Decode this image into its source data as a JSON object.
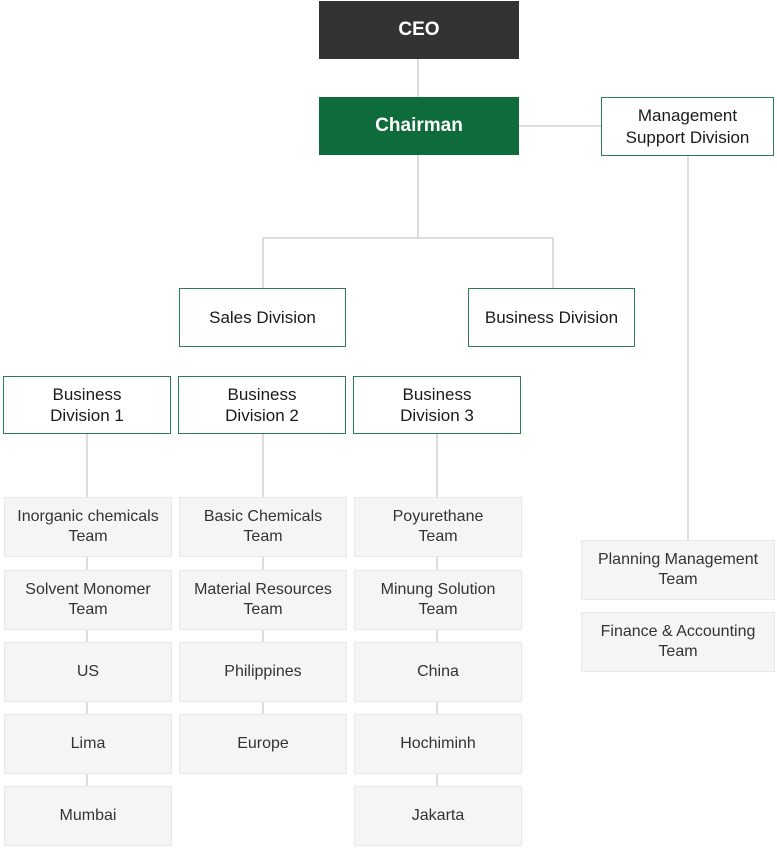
{
  "top": {
    "ceo": "CEO",
    "chairman": "Chairman"
  },
  "management": {
    "title": "Management Support Division",
    "line1": "Management",
    "line2": "Support Division",
    "teams": [
      {
        "line1": "Planning Management",
        "line2": "Team"
      },
      {
        "line1": "Finance & Accounting",
        "line2": "Team"
      }
    ]
  },
  "divisions": {
    "sales": "Sales Division",
    "business": "Business Division"
  },
  "business_divisions": [
    {
      "line1": "Business",
      "line2": "Division 1",
      "teams": [
        {
          "line1": "Inorganic chemicals",
          "line2": "Team"
        },
        {
          "line1": "Solvent Monomer",
          "line2": "Team"
        },
        {
          "line1": "US",
          "line2": ""
        },
        {
          "line1": "Lima",
          "line2": ""
        },
        {
          "line1": "Mumbai",
          "line2": ""
        }
      ]
    },
    {
      "line1": "Business",
      "line2": "Division 2",
      "teams": [
        {
          "line1": "Basic Chemicals",
          "line2": "Team"
        },
        {
          "line1": "Material Resources",
          "line2": "Team"
        },
        {
          "line1": "Philippines",
          "line2": ""
        },
        {
          "line1": "Europe",
          "line2": ""
        }
      ]
    },
    {
      "line1": "Business",
      "line2": "Division 3",
      "teams": [
        {
          "line1": "Poyurethane",
          "line2": "Team"
        },
        {
          "line1": "Minung Solution",
          "line2": "Team"
        },
        {
          "line1": "China",
          "line2": ""
        },
        {
          "line1": "Hochiminh",
          "line2": ""
        },
        {
          "line1": "Jakarta",
          "line2": ""
        }
      ]
    }
  ],
  "colors": {
    "ceo_bg": "#333333",
    "chairman_bg": "#0e6b3a",
    "border_green": "#2e7d4f",
    "team_bg": "#f5f5f5",
    "connector": "#dcdcdc"
  }
}
